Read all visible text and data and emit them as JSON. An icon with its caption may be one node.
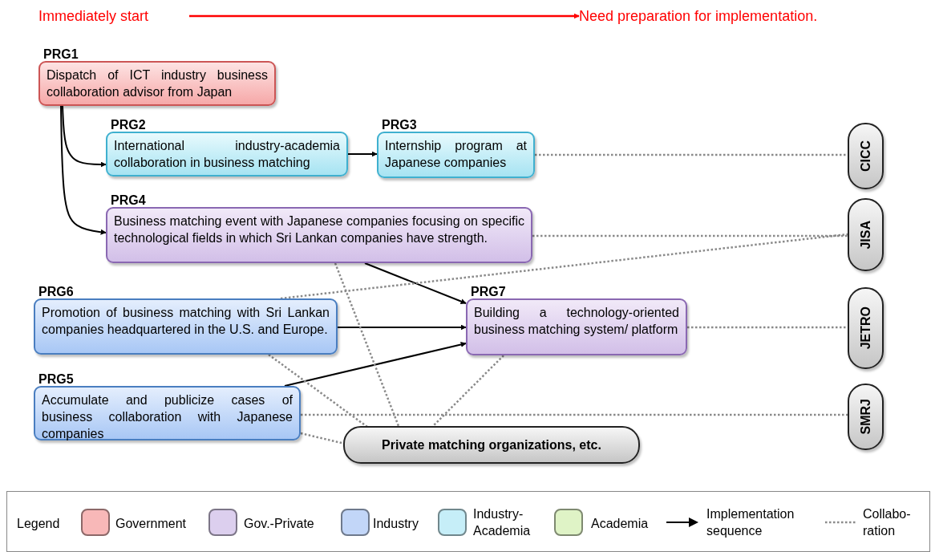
{
  "diagram": {
    "nodes": [
      {
        "text": [
          "Immediately start"
        ]
      },
      {
        "text": [
          "Need preparation for implementation."
        ]
      },
      {
        "text": [
          "PRG1",
          "Dispatch of ICT industry business collaboration advisor from Japan"
        ]
      },
      {
        "text": [
          "PRG2",
          "International industry-academia collaboration in business matching"
        ]
      },
      {
        "text": [
          "PRG3",
          "Internship program at Japanese companies"
        ]
      },
      {
        "text": [
          "CICC"
        ]
      },
      {
        "text": [
          "PRG4",
          "Business matching event with Japanese companies focusing on specific technological fields in which Sri Lankan companies have strength."
        ]
      },
      {
        "text": [
          "JISA"
        ]
      },
      {
        "text": [
          "PRG6",
          "Promotion of business matching with Sri Lankan companies headquartered in the U.S. and Europe."
        ]
      },
      {
        "text": [
          "PRG7",
          "Building a technology-oriented business matching system/ platform"
        ]
      },
      {
        "text": [
          "JETRO"
        ]
      },
      {
        "text": [
          "PRG5",
          "Accumulate and publicize cases of business collaboration with Japanese companies"
        ]
      },
      {
        "text": [
          "SMRJ"
        ]
      },
      {
        "text": [
          "Private matching organizations, etc."
        ]
      }
    ],
    "edges": [
      {
        "from": 0,
        "to": 1,
        "arrow": "to",
        "color": "#ff0000"
      },
      {
        "from": 2,
        "to": 3,
        "arrow": "to",
        "color": "#000000"
      },
      {
        "from": 2,
        "to": 6,
        "arrow": "to",
        "color": "#000000"
      },
      {
        "from": 3,
        "to": 4,
        "arrow": "to",
        "color": "#000000"
      },
      {
        "from": 4,
        "to": 5,
        "arrow": "none",
        "style": "dashed"
      },
      {
        "from": 6,
        "to": 7,
        "arrow": "none",
        "style": "dashed"
      },
      {
        "from": 6,
        "to": 9,
        "arrow": "to",
        "color": "#000000"
      },
      {
        "from": 8,
        "to": 7,
        "arrow": "none",
        "style": "dashed"
      },
      {
        "from": 8,
        "to": 9,
        "arrow": "to",
        "color": "#000000"
      },
      {
        "from": 11,
        "to": 9,
        "arrow": "to",
        "color": "#000000"
      },
      {
        "from": 9,
        "to": 10,
        "arrow": "none",
        "style": "dashed"
      },
      {
        "from": 11,
        "to": 12,
        "arrow": "none",
        "style": "dashed"
      },
      {
        "from": 6,
        "to": 13,
        "arrow": "none",
        "style": "dashed"
      },
      {
        "from": 8,
        "to": 13,
        "arrow": "none",
        "style": "dashed"
      },
      {
        "from": 11,
        "to": 13,
        "arrow": "none",
        "style": "dashed"
      },
      {
        "from": 9,
        "to": 13,
        "arrow": "none",
        "style": "dashed"
      }
    ],
    "labels": [
      "Legend"
    ],
    "legend": [
      {
        "text": "Government",
        "color": "#f8b8b8"
      },
      {
        "text": "Gov.-Private",
        "color": "#dccfee"
      },
      {
        "text": "Industry",
        "color": "#c2d6f8"
      },
      {
        "text": "Industry-Academia",
        "color": "#c6eef8"
      },
      {
        "text": "Academia",
        "color": "#dff3c6"
      },
      {
        "text": "Implementation sequence"
      },
      {
        "text": "Collabo-ration"
      }
    ]
  }
}
